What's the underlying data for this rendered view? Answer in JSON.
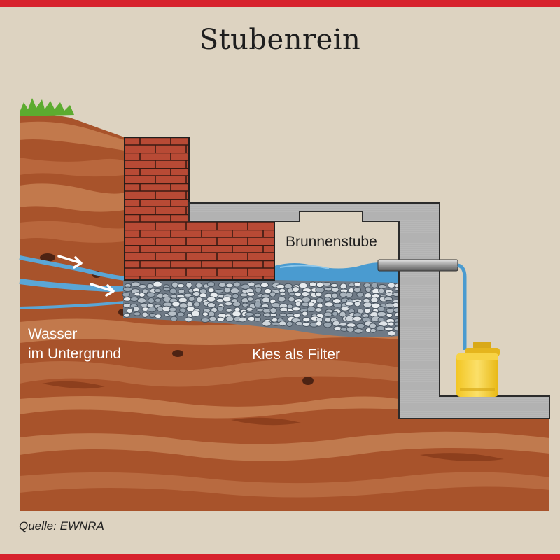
{
  "title": "Stubenrein",
  "labels": {
    "chamber": "Brunnenstube",
    "groundwater_line1": "Wasser",
    "groundwater_line2": "im Untergrund",
    "gravel": "Kies als Filter"
  },
  "source": "Quelle: EWNRA",
  "colors": {
    "frame_red": "#d7222d",
    "background": "#ddd3c1",
    "soil_dark": "#9b4a25",
    "soil_light": "#c07a4e",
    "brick": "#b84a35",
    "concrete": "#b4b4b4",
    "water": "#4a9bd0",
    "canister": "#f7d132",
    "grass": "#5cab2f"
  }
}
